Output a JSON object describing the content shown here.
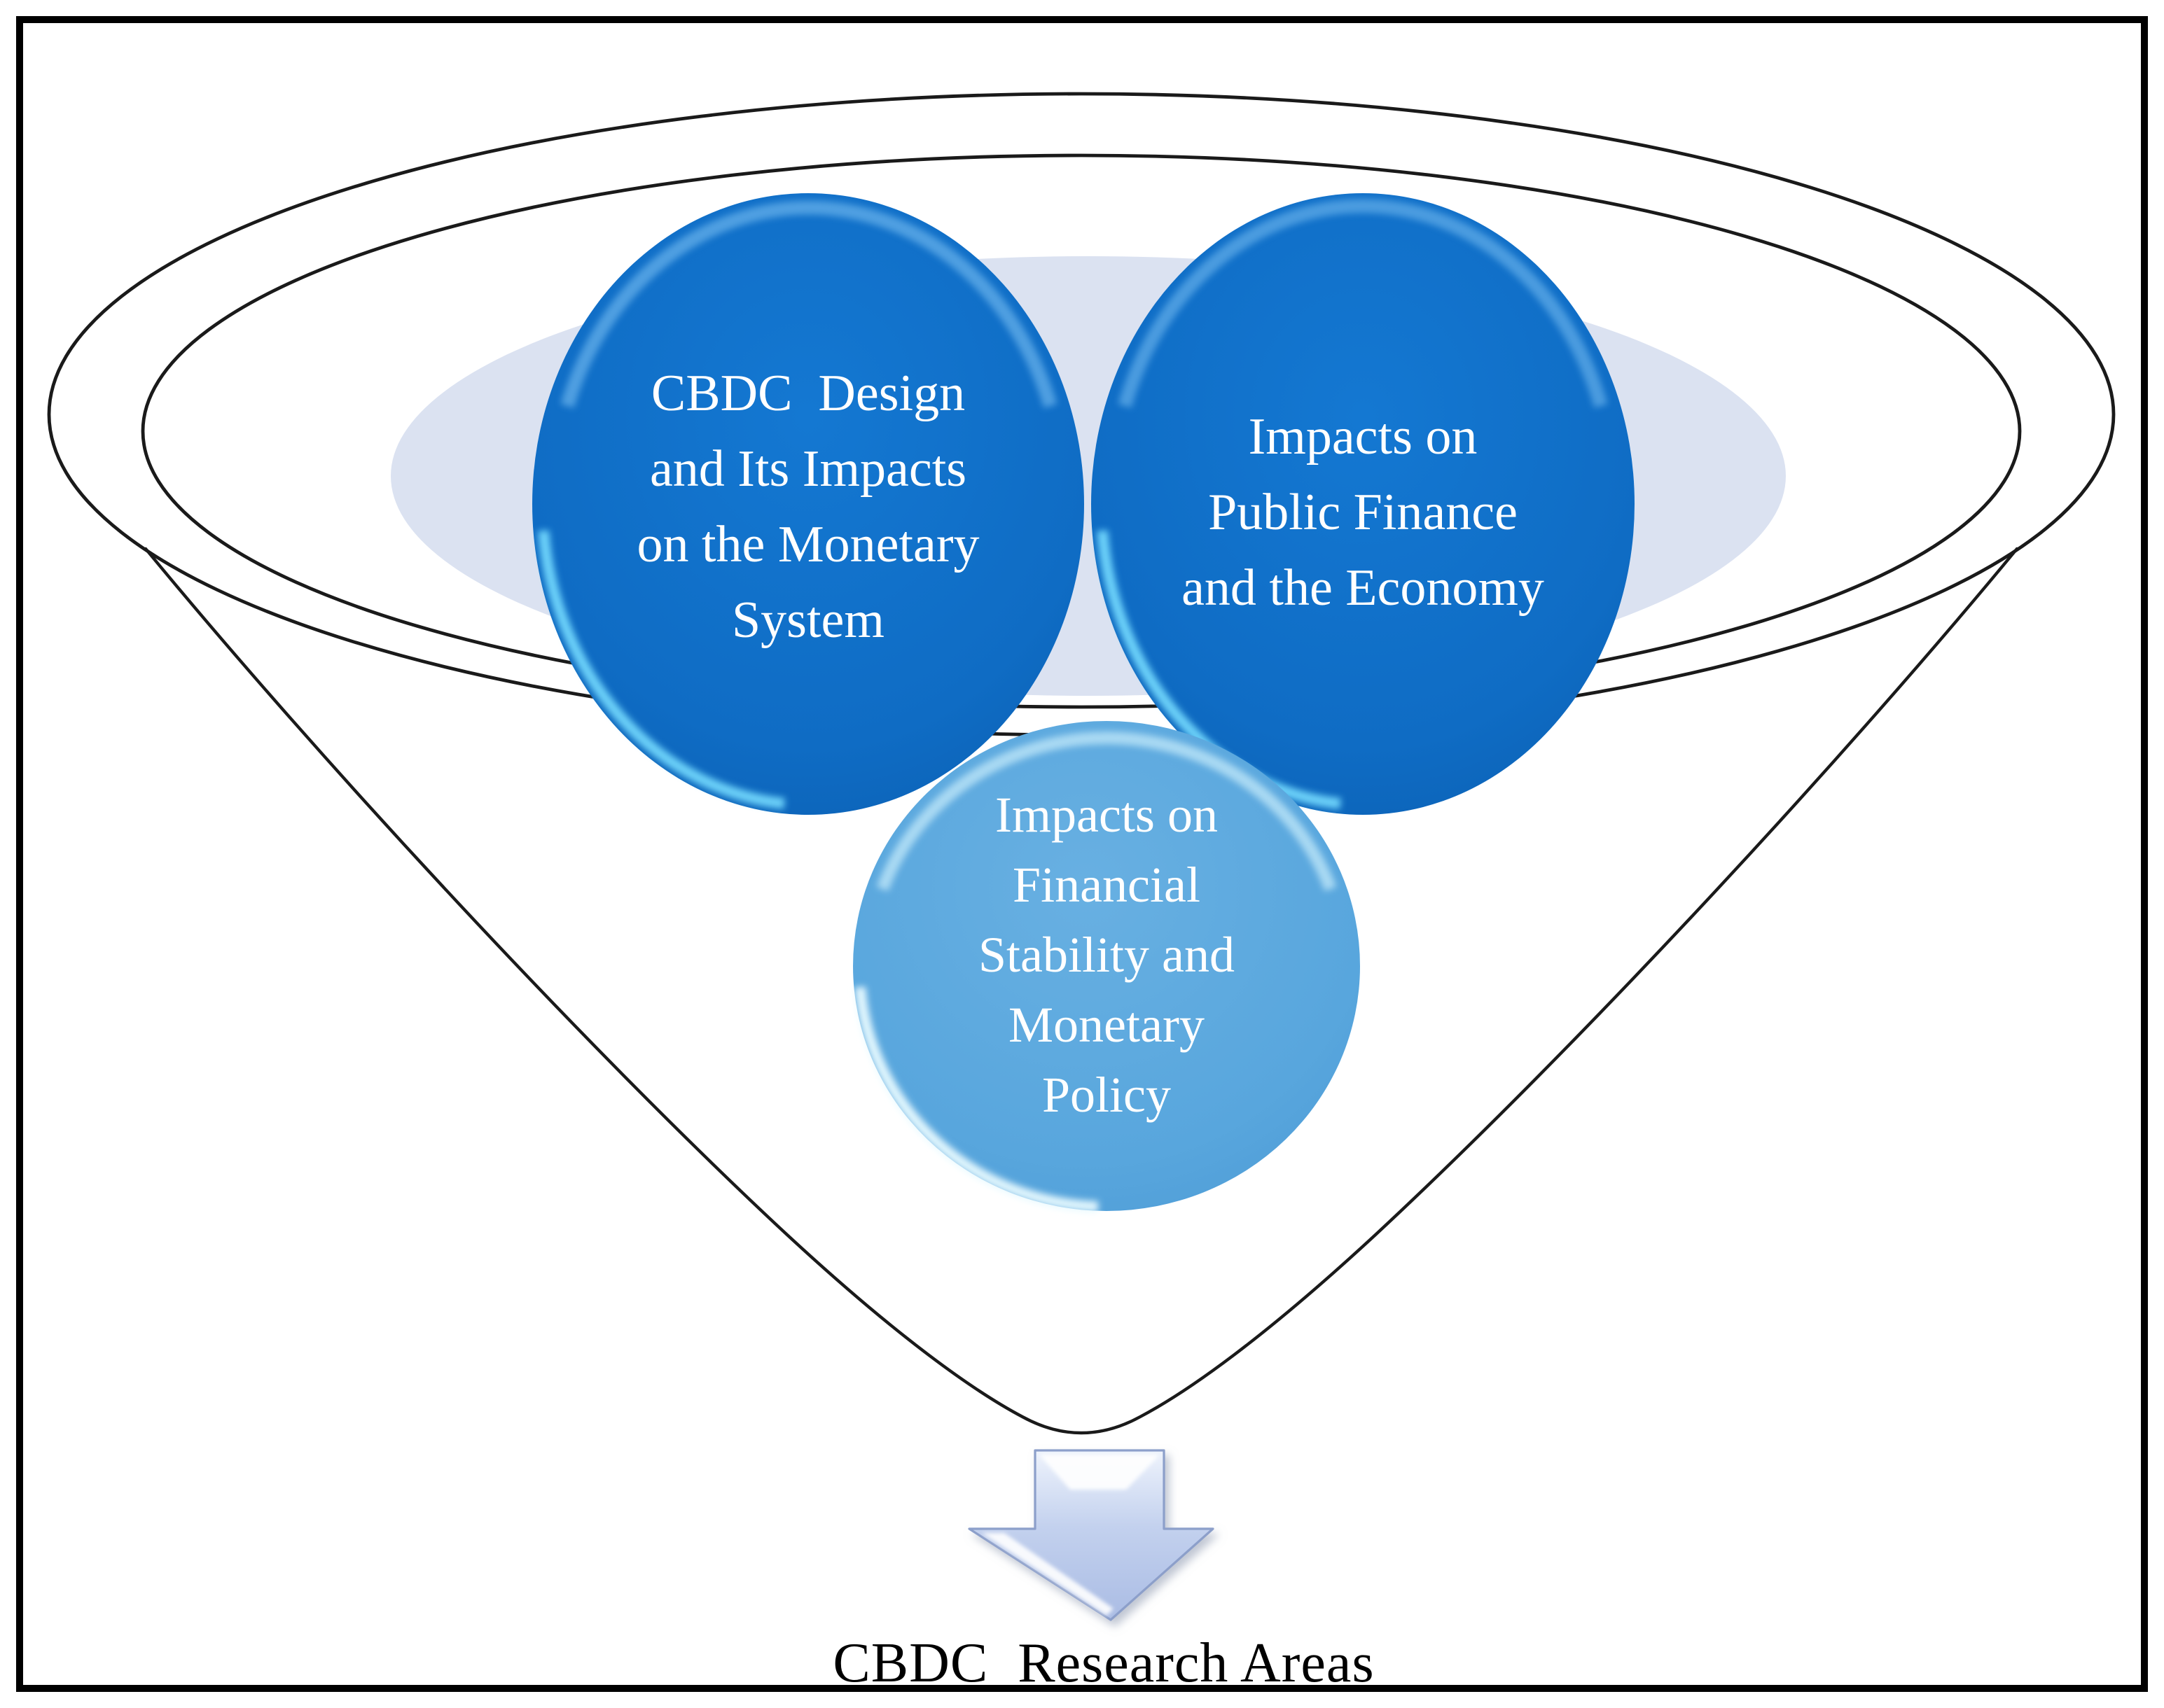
{
  "bubbles": [
    {
      "id": "cbdc-design",
      "lines": [
        "CBDC  Design",
        "and Its Impacts",
        "on the Monetary",
        "System"
      ]
    },
    {
      "id": "public-finance",
      "lines": [
        "Impacts on",
        "Public Finance",
        "and the Economy"
      ]
    },
    {
      "id": "financial-stability",
      "lines": [
        "Impacts on",
        "Financial",
        "Stability and",
        "Monetary",
        "Policy"
      ]
    }
  ],
  "caption": {
    "label": "CBDC  Research Areas"
  },
  "icons": {
    "down_arrow_icon": "⬇"
  },
  "colors": {
    "background": "#ffffff",
    "border": "#000000",
    "funnel_outline": "#1a1a1a",
    "halo_ellipse": "#dbe2f1",
    "bubble_dark_center": "#1478d2",
    "bubble_dark_edge": "#0a5fb2",
    "bubble_dark_gloss": "#6ab4ec",
    "bubble_dark_rim": "#76dcff",
    "bubble_light_center": "#68b0e2",
    "bubble_light_edge": "#4d9bd6",
    "bubble_light_gloss": "#bce5f8",
    "bubble_light_rim": "#e8faff",
    "bubble_text": "#ffffff",
    "arrow_top": "#eef3fc",
    "arrow_mid": "#c3d1ee",
    "arrow_deep": "#aabce4",
    "arrow_outline": "#8c9fca",
    "caption_text": "#000000"
  }
}
